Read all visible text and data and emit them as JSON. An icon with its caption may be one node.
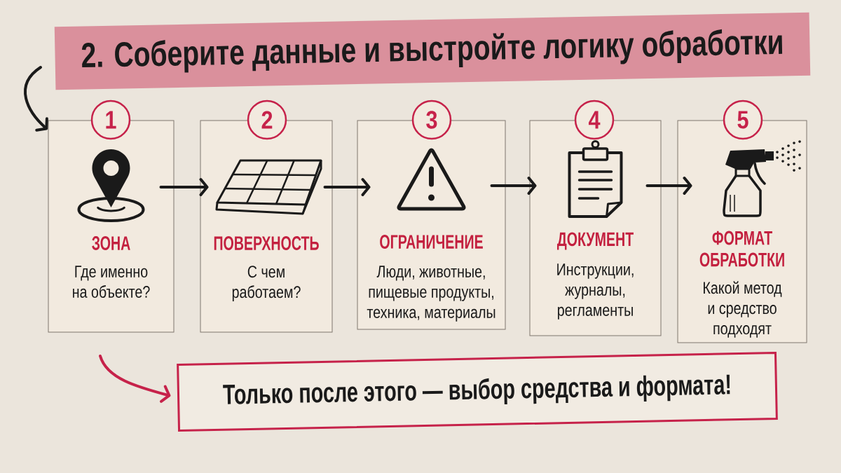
{
  "diagram": {
    "nodes": [
      {
        "text": [
          "2. Соберите данные и выстройте логику обработки"
        ]
      },
      {
        "text": [
          "1"
        ]
      },
      {
        "text": [
          "ЗОНА",
          "Где именно на объекте?"
        ]
      },
      {
        "text": [
          "2"
        ]
      },
      {
        "text": [
          "ПОВЕРХНОСТЬ",
          "С чем работаем?"
        ]
      },
      {
        "text": [
          "3"
        ]
      },
      {
        "text": [
          "ОГРАНИЧЕНИЕ",
          "Люди, животные, пищевые продукты, техника, материалы"
        ]
      },
      {
        "text": [
          "4"
        ]
      },
      {
        "text": [
          "ДОКУМЕНТ",
          "Инструкции, журналы, регламенты"
        ]
      },
      {
        "text": [
          "5"
        ]
      },
      {
        "text": [
          "ФОРМАТ ОБРАБОТКИ",
          "Какой метод и средство подходят"
        ]
      },
      {
        "text": [
          "Только после этого — выбор средства и формата!"
        ]
      }
    ],
    "edges": [
      {
        "from": null,
        "to": 2,
        "arrow": "to"
      },
      {
        "from": 2,
        "to": 4,
        "arrow": "to"
      },
      {
        "from": 4,
        "to": 6,
        "arrow": "to"
      },
      {
        "from": 6,
        "to": 8,
        "arrow": "to"
      },
      {
        "from": 8,
        "to": 10,
        "arrow": "to"
      },
      {
        "from": null,
        "to": 11,
        "arrow": "to",
        "color": "#c6224a"
      }
    ]
  }
}
